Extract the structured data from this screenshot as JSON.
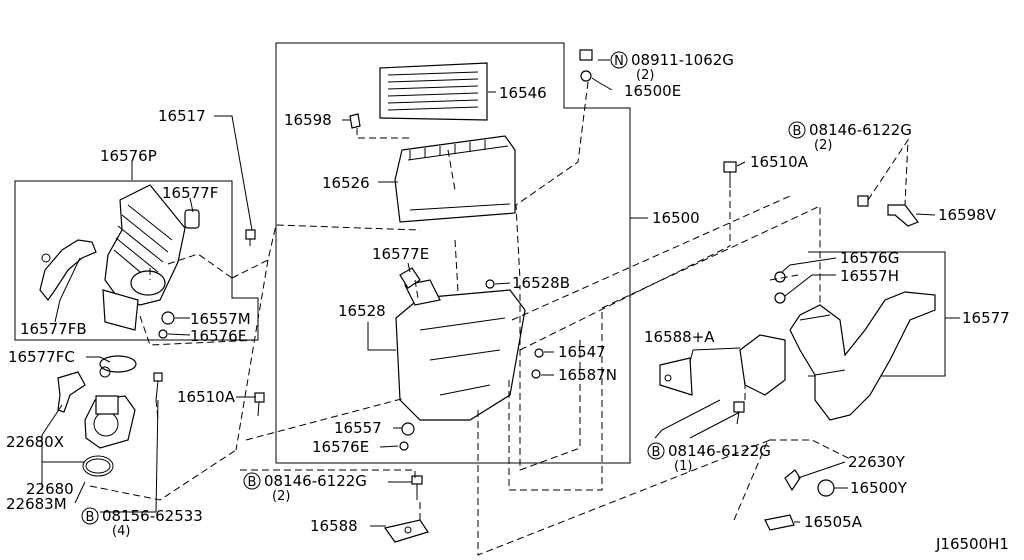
{
  "labels": {
    "l_16517": "16517",
    "l_16576p": "16576P",
    "l_16577f": "16577F",
    "l_16577fb": "16577FB",
    "l_16557m": "16557M",
    "l_16576f": "16576F",
    "l_16577fc": "16577FC",
    "l_22680x": "22680X",
    "l_22680": "22680",
    "l_22683m": "22683M",
    "l_08156": "08156-62533",
    "l_08156q": "(4)",
    "l_16510a_l": "16510A",
    "l_16598": "16598",
    "l_16546": "16546",
    "l_16526": "16526",
    "l_16577e": "16577E",
    "l_16528b": "16528B",
    "l_16528": "16528",
    "l_16557": "16557",
    "l_16576e": "16576E",
    "l_08146_b": "08146-6122G",
    "l_08146_bq": "(2)",
    "l_16588": "16588",
    "l_08911": "08911-1062G",
    "l_08911q": "(2)",
    "l_16500e": "16500E",
    "l_16500": "16500",
    "l_16547": "16547",
    "l_16587n": "16587N",
    "l_08146_t": "08146-6122G",
    "l_08146_tq": "(2)",
    "l_16510a_r": "16510A",
    "l_16598v": "16598V",
    "l_16576g": "16576G",
    "l_16557h": "16557H",
    "l_16577": "16577",
    "l_16588a": "16588+A",
    "l_08146_m": "08146-6122G",
    "l_08146_mq": "(1)",
    "l_22630y": "22630Y",
    "l_16500y": "16500Y",
    "l_16505a": "16505A",
    "l_ref": "J16500H1"
  },
  "markers": {
    "B": "B",
    "N": "N"
  }
}
